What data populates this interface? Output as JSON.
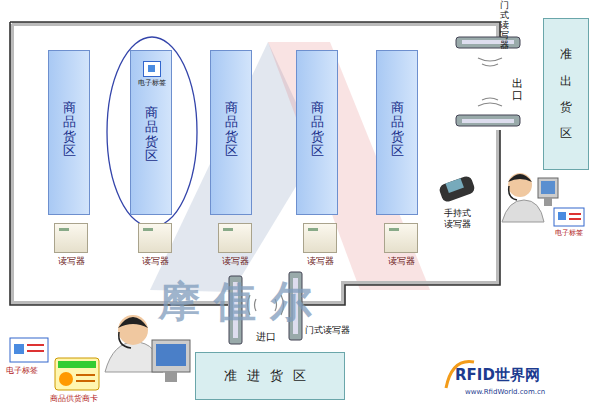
{
  "diagram": {
    "nodes": [
      {
        "text": [
          "商品货区"
        ]
      },
      {
        "text": [
          "商品货区"
        ]
      },
      {
        "text": [
          "商品货区"
        ]
      },
      {
        "text": [
          "商品货区"
        ]
      },
      {
        "text": [
          "商品货区"
        ]
      },
      {
        "text": [
          "电子标签"
        ],
        "in": 1
      },
      {
        "text": [
          "读写器"
        ]
      },
      {
        "text": [
          "读写器"
        ]
      },
      {
        "text": [
          "读写器"
        ]
      },
      {
        "text": [
          "读写器"
        ]
      },
      {
        "text": [
          "读写器"
        ]
      },
      {
        "text": [
          "准出货区"
        ]
      },
      {
        "text": [
          "准进货区"
        ]
      }
    ],
    "labels": [
      "门式读写器",
      "出口",
      "手持式读写器",
      "电子标签",
      "进口",
      "门式读写器",
      "摩值尔",
      "电子标签",
      "商品供货商卡",
      "RFID世界网",
      "www.RfidWorld.com.cn"
    ]
  }
}
